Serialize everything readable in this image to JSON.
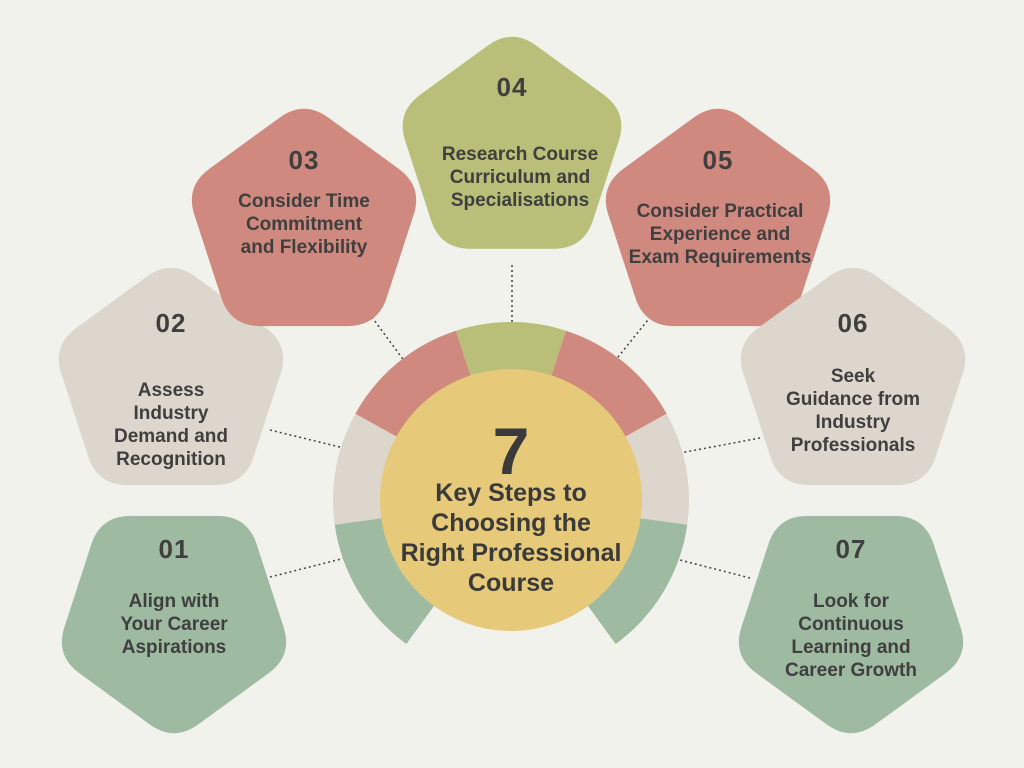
{
  "center": {
    "number": "7",
    "title_lines": [
      "Key Steps to",
      "Choosing the",
      "Right Professional",
      "Course"
    ]
  },
  "colors": {
    "background": "#f2f2ec",
    "green": "#9ebaa1",
    "beige": "#ddd6cd",
    "red": "#d0897f",
    "olive": "#b9be78",
    "center": "#e6c979",
    "text": "#3f3f3f"
  },
  "steps": [
    {
      "number": "01",
      "lines": [
        "Align with",
        "Your Career",
        "Aspirations"
      ],
      "color": "#9ebaa1"
    },
    {
      "number": "02",
      "lines": [
        "Assess",
        "Industry",
        "Demand and",
        "Recognition"
      ],
      "color": "#ddd6cd"
    },
    {
      "number": "03",
      "lines": [
        "Consider Time",
        "Commitment",
        "and Flexibility"
      ],
      "color": "#d0897f"
    },
    {
      "number": "04",
      "lines": [
        "Research Course",
        "Curriculum and",
        "Specialisations"
      ],
      "color": "#b9be78"
    },
    {
      "number": "05",
      "lines": [
        "Consider Practical",
        "Experience and",
        "Exam Requirements"
      ],
      "color": "#d0897f"
    },
    {
      "number": "06",
      "lines": [
        "Seek",
        "Guidance from",
        "Industry",
        "Professionals"
      ],
      "color": "#ddd6cd"
    },
    {
      "number": "07",
      "lines": [
        "Look for",
        "Continuous",
        "Learning and",
        "Career Growth"
      ],
      "color": "#9ebaa1"
    }
  ]
}
